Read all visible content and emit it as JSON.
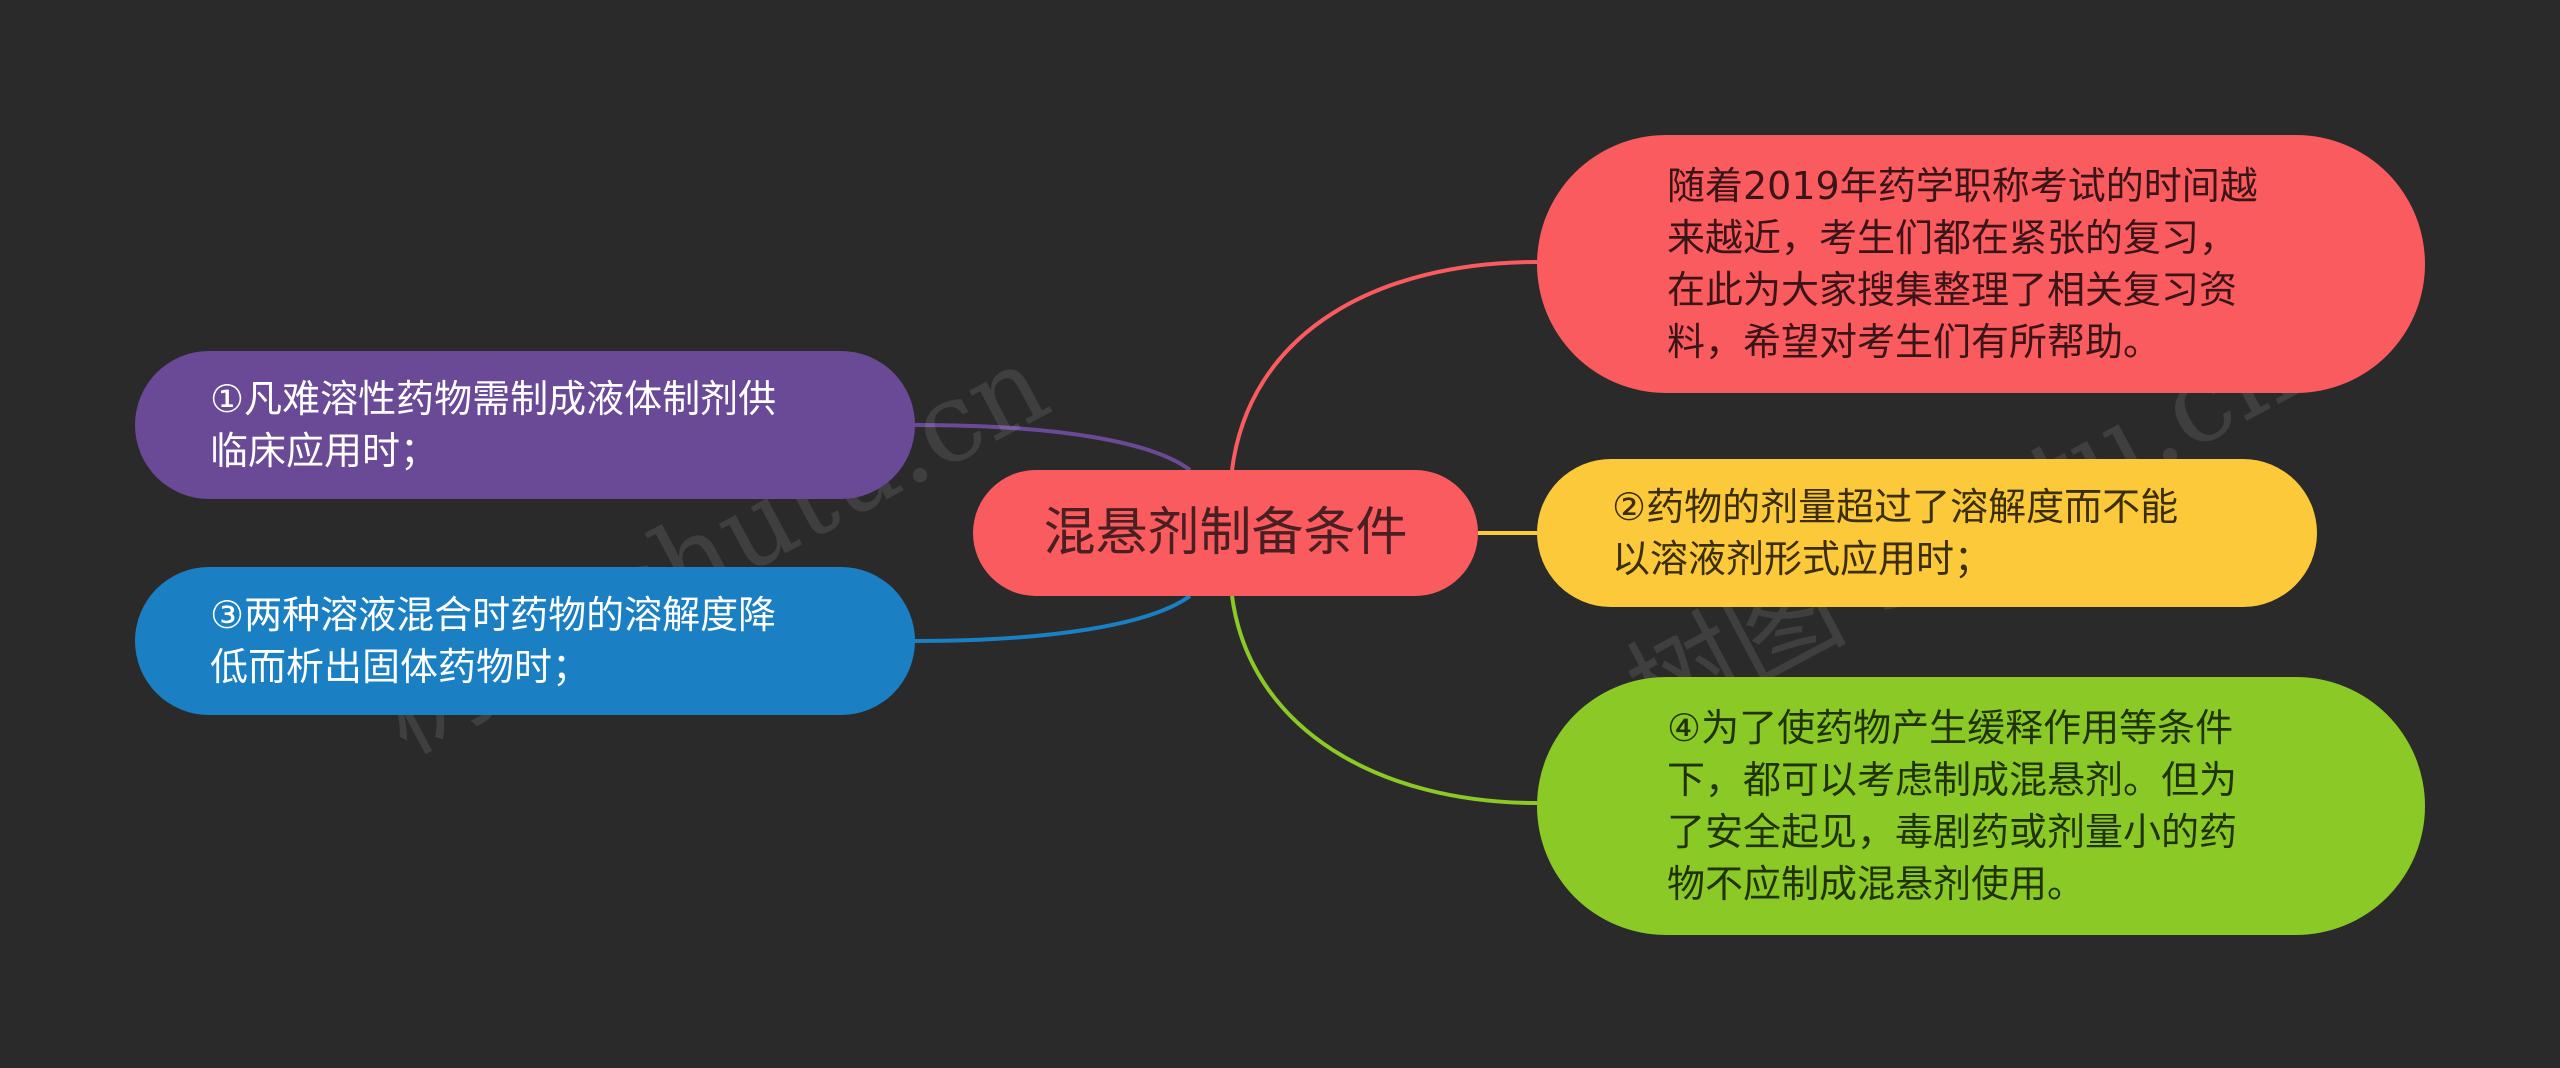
{
  "colors": {
    "background": "#2a2a2a",
    "root": "#f95b5f",
    "intro": "#f95b5f",
    "node1": "#6a4a96",
    "node2": "#fbc93a",
    "node3": "#1b7fc4",
    "node4": "#8bc926"
  },
  "root": {
    "label": "混悬剂制备条件"
  },
  "branches": {
    "intro": {
      "text": "随着2019年药学职称考试的时间越\n来越近，考生们都在紧张的复习，\n在此为大家搜集整理了相关复习资\n料，希望对考生们有所帮助。"
    },
    "node1": {
      "text": "①凡难溶性药物需制成液体制剂供\n临床应用时；"
    },
    "node2": {
      "text": "②药物的剂量超过了溶解度而不能\n以溶液剂形式应用时；"
    },
    "node3": {
      "text": "③两种溶液混合时药物的溶解度降\n低而析出固体药物时；"
    },
    "node4": {
      "text": "④为了使药物产生缓释作用等条件\n下，都可以考虑制成混悬剂。但为\n了安全起见，毒剧药或剂量小的药\n物不应制成混悬剂使用。"
    }
  },
  "watermarks": {
    "left": "树图 shutu.cn",
    "right": "树图 shutu.cn"
  }
}
